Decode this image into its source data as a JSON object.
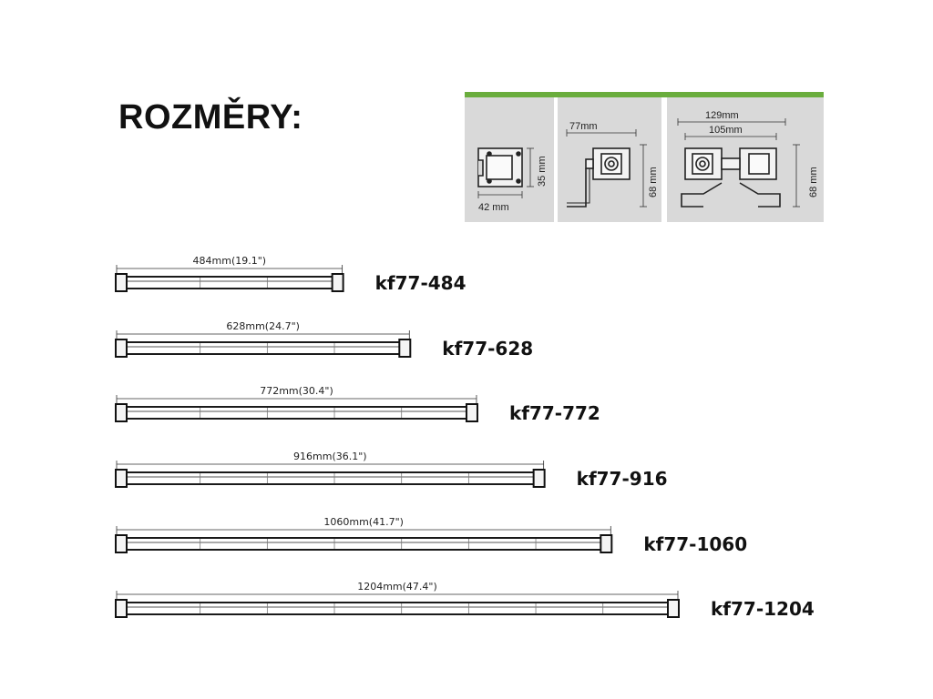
{
  "title": "ROZMĚRY:",
  "colors": {
    "accent_green": "#6aad3d",
    "panel_gray": "#d8d8d8",
    "bar": "#1a1a1a"
  },
  "sections": {
    "single_profile": {
      "width": "42 mm",
      "height": "35 mm"
    },
    "with_bracket": {
      "width": "77mm",
      "height": "68 mm"
    },
    "double_bracket": {
      "outer_width": "129mm",
      "inner_width": "105mm",
      "height": "68 mm"
    }
  },
  "products": [
    {
      "length_label": "484mm(19.1\")",
      "code": "kf77-484",
      "length_mm": 484
    },
    {
      "length_label": "628mm(24.7\")",
      "code": "kf77-628",
      "length_mm": 628
    },
    {
      "length_label": "772mm(30.4\")",
      "code": "kf77-772",
      "length_mm": 772
    },
    {
      "length_label": "916mm(36.1\")",
      "code": "kf77-916",
      "length_mm": 916
    },
    {
      "length_label": "1060mm(41.7\")",
      "code": "kf77-1060",
      "length_mm": 1060
    },
    {
      "length_label": "1204mm(47.4\")",
      "code": "kf77-1204",
      "length_mm": 1204
    }
  ]
}
